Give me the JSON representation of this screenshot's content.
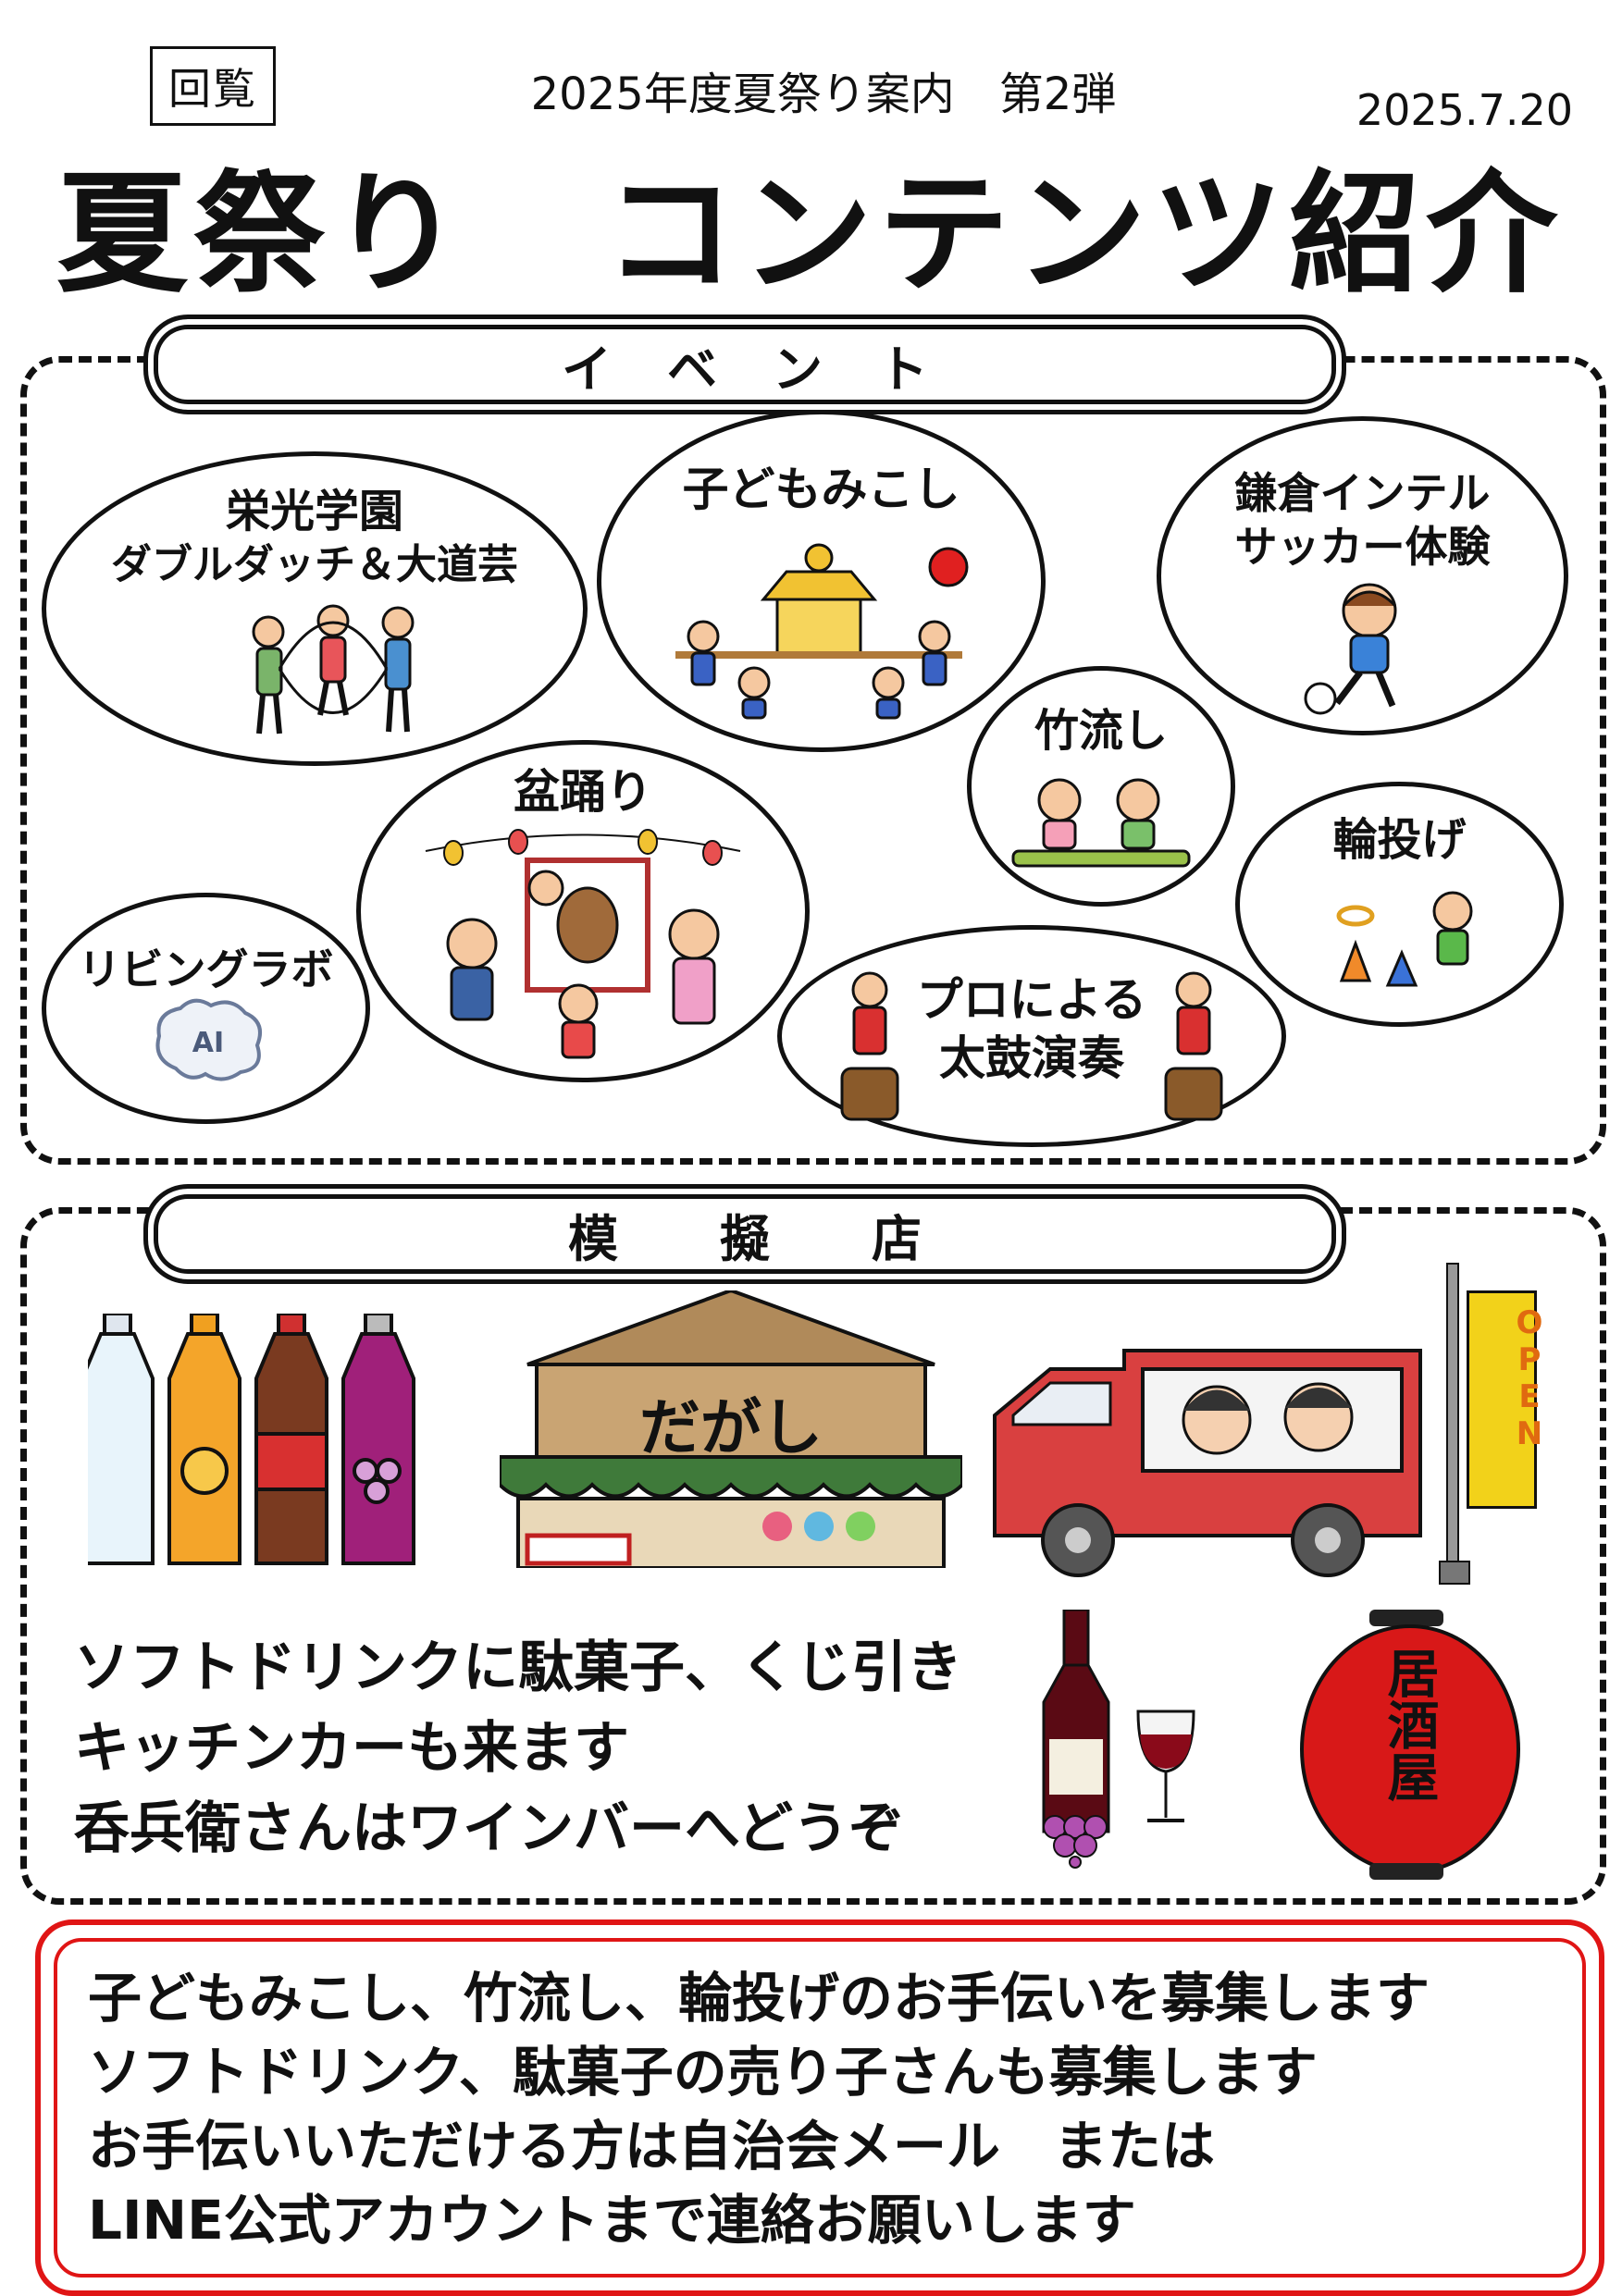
{
  "header": {
    "stamp": "回覧",
    "subtitle": "2025年度夏祭り案内　第2弾",
    "date": "2025.7.20",
    "title": "夏祭り　コンテンツ紹介"
  },
  "events": {
    "heading": "イベント",
    "items": [
      {
        "line1": "栄光学園",
        "line2": "ダブルダッチ＆大道芸"
      },
      {
        "line1": "子どもみこし"
      },
      {
        "line1": "鎌倉インテル",
        "line2": "サッカー体験"
      },
      {
        "line1": "竹流し"
      },
      {
        "line1": "盆踊り"
      },
      {
        "line1": "輪投げ"
      },
      {
        "line1": "リビングラボ",
        "badge": "AI"
      },
      {
        "line1": "プロによる",
        "line2": "太鼓演奏"
      }
    ]
  },
  "stalls": {
    "heading": "模擬店",
    "shop_sign": "だがし",
    "flag_text": "OPEN",
    "lantern_text": "居酒屋",
    "lines": [
      "ソフトドリンクに駄菓子、くじ引き",
      "キッチンカーも来ます",
      "呑兵衛さんはワインバーへどうぞ"
    ]
  },
  "notice": {
    "lines": [
      "子どもみこし、竹流し、輪投げのお手伝いを募集します",
      "ソフトドリンク、駄菓子の売り子さんも募集します",
      "お手伝いいただける方は自治会メール　または",
      "LINE公式アカウントまで連絡お願いします"
    ]
  },
  "colors": {
    "ink": "#111111",
    "notice_red": "#e01515",
    "truck_red": "#d94040",
    "awning_green": "#3f7a3a",
    "flag_yellow": "#f2d21a"
  }
}
